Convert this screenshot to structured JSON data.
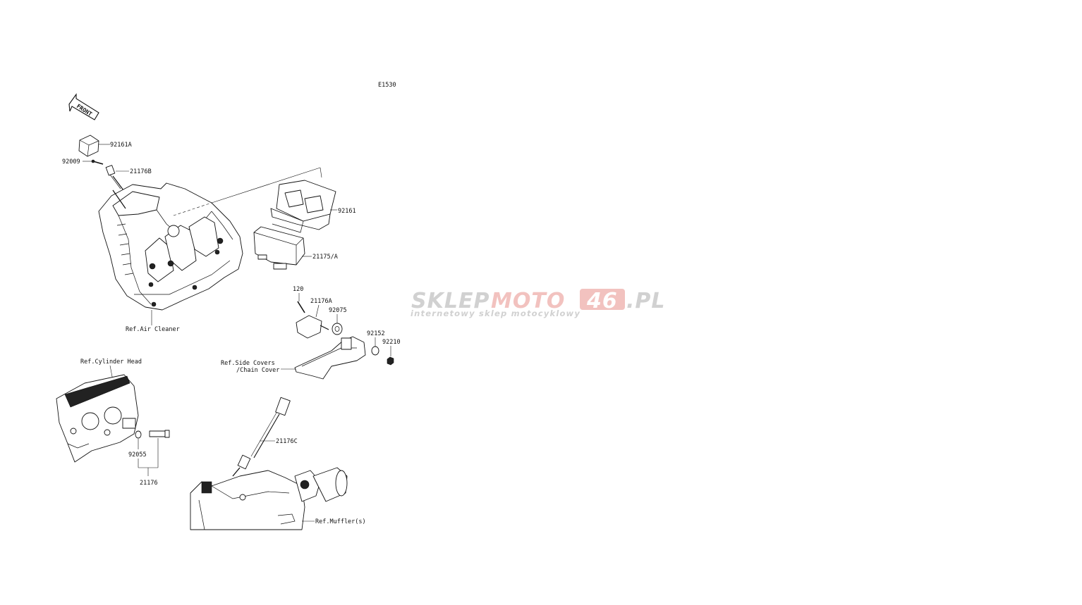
{
  "diagram": {
    "code": "E1530",
    "front_marker": "FRONT",
    "part_numbers": {
      "p92161A": "92161A",
      "p92009": "92009",
      "p21176B": "21176B",
      "p92161": "92161",
      "p21175A": "21175/A",
      "p120": "120",
      "p21176A": "21176A",
      "p92075": "92075",
      "p92152": "92152",
      "p92210": "92210",
      "p21176C": "21176C",
      "p92055": "92055",
      "p21176": "21176"
    },
    "references": {
      "air_cleaner": "Ref.Air Cleaner",
      "cylinder_head": "Ref.Cylinder Head",
      "side_covers_line1": "Ref.Side Covers",
      "side_covers_line2": "/Chain Cover",
      "mufflers": "Ref.Muffler(s)"
    }
  },
  "watermark": {
    "part1": "SKLEP",
    "part2": "MOTO",
    "part3": "46",
    "part4": ".PL",
    "tagline": "internetowy sklep motocyklowy",
    "colors": {
      "gray": "#c9c9c9",
      "red": "#f0b8b4"
    }
  }
}
